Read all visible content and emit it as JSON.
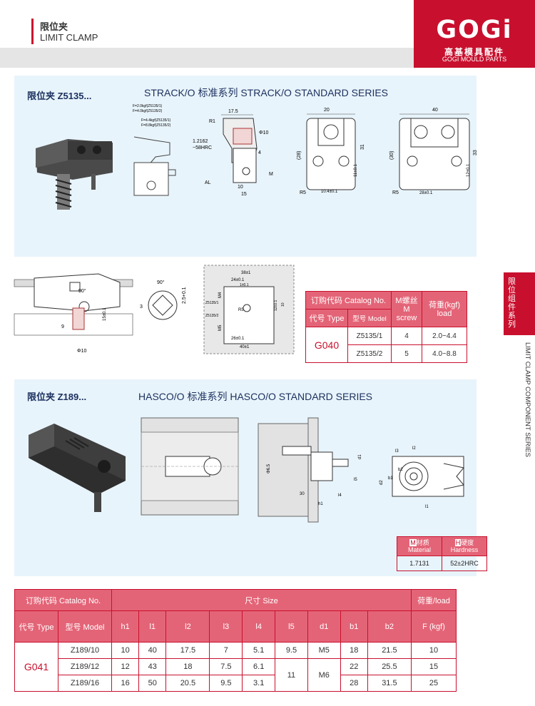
{
  "header": {
    "title_cn": "限位夹",
    "title_en": "LIMIT CLAMP"
  },
  "logo": {
    "brand": "GOGi",
    "cn": "高基模具配件",
    "en": "GOGI MOULD PARTS"
  },
  "side": {
    "cn": "限位组件系列",
    "en": "LIMIT CLAMP COMPONENT SERIES"
  },
  "section1": {
    "model": "限位夹  Z5135...",
    "series": "STRACK/O 标准系列   STRACK/O STANDARD SERIES",
    "labels": {
      "f1": "F=2.0kgf(Z5135/1)",
      "f2": "F=4.0kgf(Z5135/2)",
      "f3": "F=4.4kgf(Z5135/1)",
      "f4": "F=8.8kgf(Z5135/2)",
      "d175": "17.5",
      "r1": "R1",
      "mat": "1.2162",
      "hrc": "~58HRC",
      "phi10": "Φ10",
      "d4": "4",
      "m": "M",
      "al": "AL",
      "d10": "10",
      "d15": "15",
      "d20": "20",
      "d28": "(28)",
      "d31": "31",
      "d11": "11±0.1",
      "d104": "10.4±0.1",
      "r5a": "R5",
      "d40": "40",
      "d30": "(30)",
      "d33": "33",
      "d12": "12±0.1",
      "d28b": "28±0.1",
      "r5b": "R5",
      "a90a": "90°",
      "d15b": "15±0.1",
      "d9": "9",
      "phi10b": "Φ10",
      "a90b": "90°",
      "d25": "2.5+0.1",
      "d3": "3",
      "d38": "38±1",
      "d24": "24±0.1",
      "d1": "1±0.1",
      "m4": "M4",
      "r5c": "R5",
      "m5": "M5",
      "z1": "Z5135/1",
      "z2": "Z5135/2",
      "d26": "26±0.1",
      "d40b": "40±1",
      "d12b": "12±0.1",
      "d10b": "10"
    }
  },
  "catalog1": {
    "header1": "订购代码 Catalog No.",
    "header_m": "M螺丝\nM screw",
    "header_load": "荷重(kgf)\nload",
    "type_label": "代号 Type",
    "model_label": "型号 Model",
    "type": "G040",
    "rows": [
      {
        "model": "Z5135/1",
        "m": "4",
        "load": "2.0~4.4"
      },
      {
        "model": "Z5135/2",
        "m": "5",
        "load": "4.0~8.8"
      }
    ]
  },
  "section2": {
    "model": "限位夹  Z189...",
    "series": "HASCO/O 标准系列   HASCO/O STANDARD SERIES",
    "labels": {
      "phi6": "Φ6.5",
      "d30": "30",
      "h1": "h1",
      "l4": "l4",
      "d1": "d1",
      "l5": "l5",
      "l2": "l2",
      "d2": "d2",
      "l3": "l3",
      "l1": "l1",
      "b1": "b1",
      "b2": "b2"
    }
  },
  "material": {
    "mat_icon": "M",
    "mat_cn": "材质",
    "mat_en": "Material",
    "hard_icon": "H",
    "hard_cn": "硬度",
    "hard_en": "Hardness",
    "mat_val": "1.7131",
    "hard_val": "52±2HRC"
  },
  "table2": {
    "catalog": "订购代码 Catalog No.",
    "size": "尺寸 Size",
    "load": "荷重/load",
    "type_label": "代号 Type",
    "model_label": "型号 Model",
    "cols": [
      "h1",
      "l1",
      "l2",
      "l3",
      "l4",
      "l5",
      "d1",
      "b1",
      "b2",
      "F (kgf)"
    ],
    "type": "G041",
    "rows": [
      {
        "model": "Z189/10",
        "h1": "10",
        "l1": "40",
        "l2": "17.5",
        "l3": "7",
        "l4": "5.1",
        "l5": "9.5",
        "d1": "M5",
        "b1": "18",
        "b2": "21.5",
        "f": "10"
      },
      {
        "model": "Z189/12",
        "h1": "12",
        "l1": "43",
        "l2": "18",
        "l3": "7.5",
        "l4": "6.1",
        "b1": "22",
        "b2": "25.5",
        "f": "15"
      },
      {
        "model": "Z189/16",
        "h1": "16",
        "l1": "50",
        "l2": "20.5",
        "l3": "9.5",
        "l4": "3.1",
        "b1": "28",
        "b2": "31.5",
        "f": "25"
      }
    ],
    "merged_l5": "11",
    "merged_d1": "M6"
  }
}
